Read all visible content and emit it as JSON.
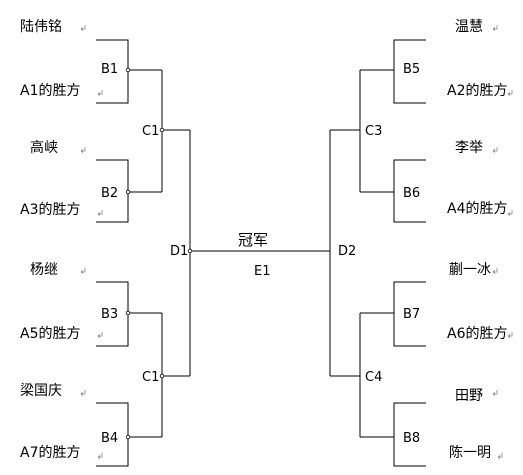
{
  "players": {
    "left": [
      "陆伟铭",
      "A1的胜方",
      "高峡",
      "A3的胜方",
      "杨继",
      "A5的胜方",
      "梁国庆",
      "A7的胜方"
    ],
    "right": [
      "温慧",
      "A2的胜方",
      "李举",
      "A4的胜方",
      "蒯一冰",
      "A6的胜方",
      "田野",
      "陈一明"
    ]
  },
  "round_b": {
    "left": [
      "B1",
      "B2",
      "B3",
      "B4"
    ],
    "right": [
      "B5",
      "B6",
      "B7",
      "B8"
    ]
  },
  "round_c": {
    "left": [
      "C1",
      "C1"
    ],
    "right": [
      "C3",
      "C4"
    ]
  },
  "round_d": {
    "left": "D1",
    "right": "D2"
  },
  "final": {
    "title": "冠军",
    "match": "E1"
  }
}
